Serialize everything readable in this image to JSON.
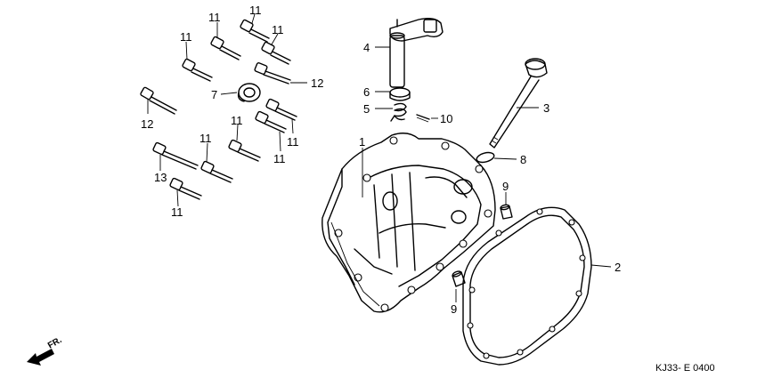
{
  "diagram": {
    "part_numbers": {
      "p1": "1",
      "p2": "2",
      "p3": "3",
      "p4": "4",
      "p5": "5",
      "p6": "6",
      "p7": "7",
      "p8": "8",
      "p9": "9",
      "p10": "10",
      "p11": "11",
      "p12": "12",
      "p13": "13"
    },
    "direction_label": "FR.",
    "diagram_code": "KJ33- E 0400"
  }
}
